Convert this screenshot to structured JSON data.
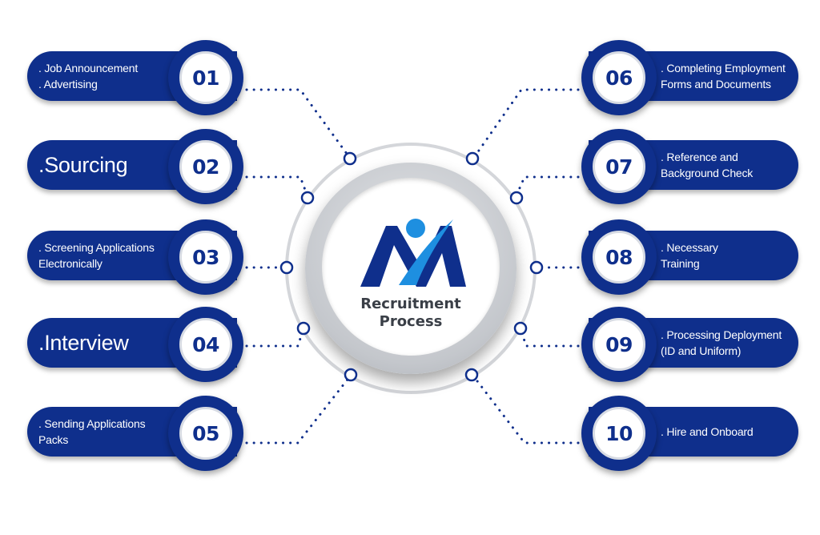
{
  "center": {
    "title_line1": "Recruitment",
    "title_line2": "Process",
    "logo": "logo-icon"
  },
  "colors": {
    "primary": "#0f2f8c",
    "accent": "#1e8fe0",
    "ring": "#d4d6da",
    "hub_text": "#3a3f47"
  },
  "steps": [
    {
      "number": "01",
      "lines": [
        ". Job Announcement",
        ". Advertising"
      ]
    },
    {
      "number": "02",
      "lines": [
        ".Sourcing"
      ]
    },
    {
      "number": "03",
      "lines": [
        ". Screening Applications",
        "Electronically"
      ]
    },
    {
      "number": "04",
      "lines": [
        ".Interview"
      ]
    },
    {
      "number": "05",
      "lines": [
        ". Sending Applications",
        "Packs"
      ]
    },
    {
      "number": "06",
      "lines": [
        ". Completing Employment",
        "Forms and Documents"
      ]
    },
    {
      "number": "07",
      "lines": [
        ". Reference and",
        "Background Check"
      ]
    },
    {
      "number": "08",
      "lines": [
        ". Necessary",
        "Training"
      ]
    },
    {
      "number": "09",
      "lines": [
        ". Processing Deployment",
        "(ID and Uniform)"
      ]
    },
    {
      "number": "10",
      "lines": [
        ". Hire and Onboard"
      ]
    }
  ]
}
